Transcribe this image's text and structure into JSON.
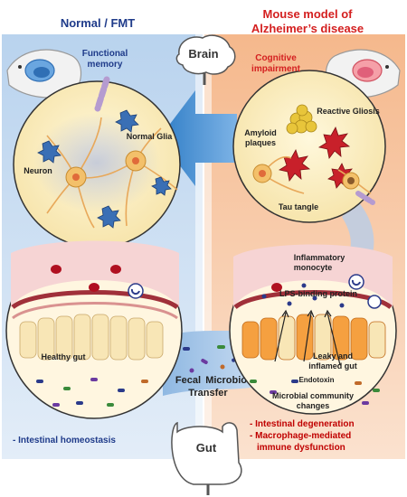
{
  "header": {
    "left_title": "Normal / FMT",
    "right_title_line1": "Mouse model of",
    "right_title_line2": "Alzheimer’s disease"
  },
  "organs": {
    "brain": "Brain",
    "gut": "Gut"
  },
  "left_brain": {
    "caption_line1": "Functional",
    "caption_line2": "memory",
    "glia_label": "Normal Glia",
    "neuron_label": "Neuron"
  },
  "right_brain": {
    "caption_line1": "Cognitive",
    "caption_line2": "impairment",
    "gliosis_label": "Reactive Gliosis",
    "amyloid_line1": "Amyloid",
    "amyloid_line2": "plaques",
    "tau_label": "Tau tangle"
  },
  "left_gut": {
    "healthy_label": "Healthy gut",
    "bottom_note": "- Intestinal homeostasis"
  },
  "transfer": {
    "line1": "Fecal",
    "line2": "Microbiota",
    "line3": "Transfer"
  },
  "right_gut": {
    "monocyte_line1": "Inflammatory",
    "monocyte_line2": "monocyte",
    "lps_label": "LPS-binding protein",
    "leaky_line1": "Leaky and",
    "leaky_line2": "inflamed gut",
    "endotoxin_label": "Endotoxin",
    "community_line1": "Microbial community",
    "community_line2": "changes",
    "note_line1": "- Intestinal degeneration",
    "note_line2": "- Macrophage-mediated",
    "note_line3": "immune dysfunction"
  },
  "colors": {
    "left_panel": "#c9ddf0",
    "right_panel": "#f7c9a6",
    "left_title": "#1f3b8a",
    "right_title": "#d42020",
    "note_red": "#c00000",
    "arrow_blue": "#4f97d8"
  }
}
